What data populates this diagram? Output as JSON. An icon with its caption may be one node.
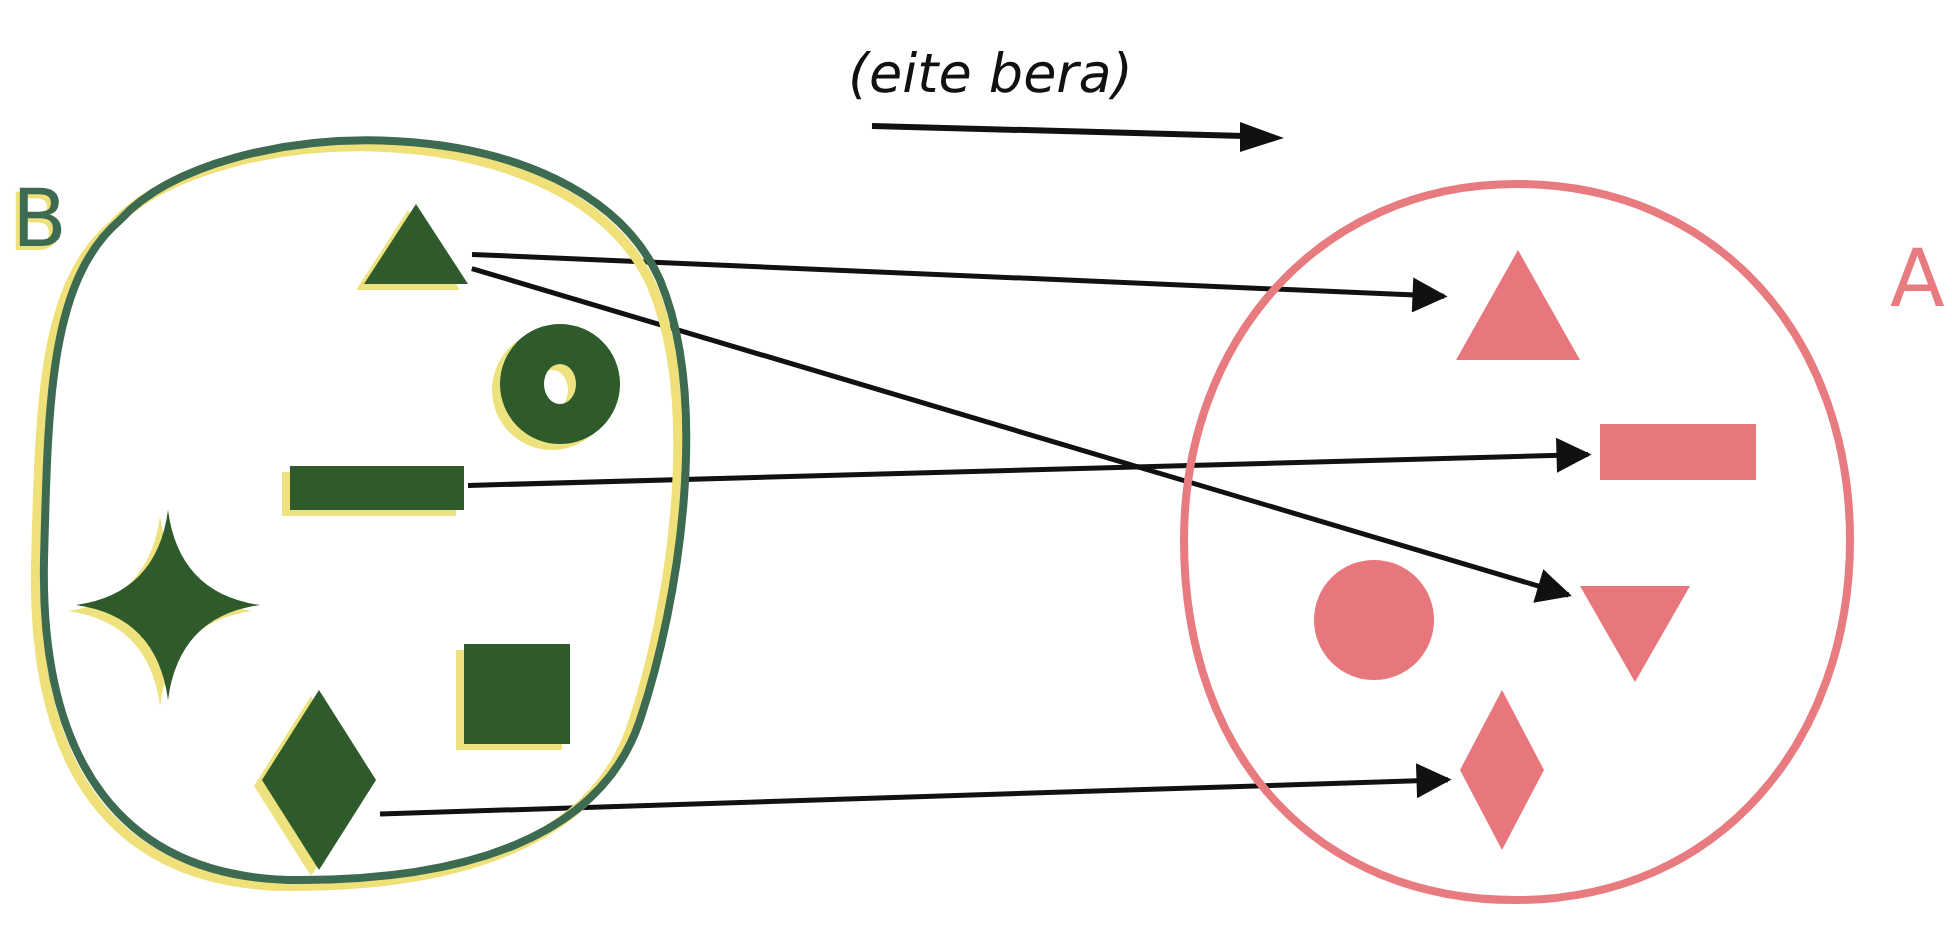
{
  "diagram": {
    "nodes": [
      {
        "text": [
          "B"
        ]
      },
      {
        "text": [],
        "shape": "triangle",
        "in": 0
      },
      {
        "text": [],
        "shape": "ring",
        "in": 0
      },
      {
        "text": [],
        "shape": "bar",
        "in": 0
      },
      {
        "text": [],
        "shape": "star",
        "in": 0
      },
      {
        "text": [],
        "shape": "square",
        "in": 0
      },
      {
        "text": [],
        "shape": "diamond",
        "in": 0
      },
      {
        "text": [
          "A"
        ]
      },
      {
        "text": [],
        "shape": "triangle",
        "in": 7
      },
      {
        "text": [],
        "shape": "bar",
        "in": 7
      },
      {
        "text": [],
        "shape": "circle",
        "in": 7
      },
      {
        "text": [],
        "shape": "triangle",
        "in": 7
      },
      {
        "text": [],
        "shape": "diamond",
        "in": 7
      }
    ],
    "edges": [
      {
        "from": 1,
        "to": 8,
        "arrow": "to"
      },
      {
        "from": 1,
        "to": 11,
        "arrow": "to"
      },
      {
        "from": 3,
        "to": 9,
        "arrow": "to"
      },
      {
        "from": 6,
        "to": 12,
        "arrow": "to"
      }
    ],
    "labels": [
      "(eite bera)"
    ]
  }
}
